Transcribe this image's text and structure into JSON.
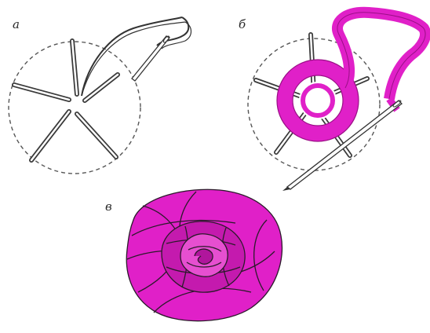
{
  "steps": [
    {
      "label": "а"
    },
    {
      "label": "б"
    },
    {
      "label": "в"
    }
  ],
  "colors": {
    "ribbon": "#e020c8",
    "ribbon_dark": "#9a0f86",
    "ink": "#3a3a3a",
    "paper": "#ffffff"
  },
  "icons": {
    "step_a": "needle-with-thread-icon",
    "step_b": "needle-with-ribbon-icon",
    "step_c": "ribbon-rose-icon"
  }
}
